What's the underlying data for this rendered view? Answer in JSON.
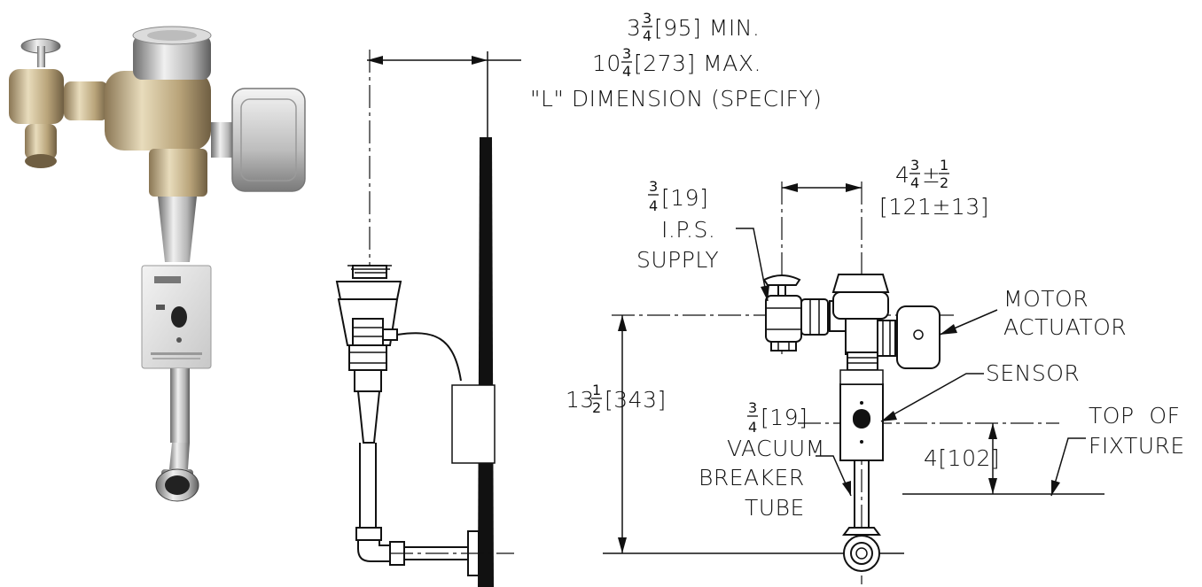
{
  "dimensions": {
    "l_min": "3¾[95] MIN.",
    "l_min_whole": "3",
    "l_min_num": "3",
    "l_min_den": "4",
    "l_min_rest": "[95] MIN.",
    "l_max_whole": "10",
    "l_max_num": "3",
    "l_max_den": "4",
    "l_max_rest": "[273] MAX.",
    "l_dimension": "\"L\" DIMENSION (SPECIFY)",
    "offset_whole": "4",
    "offset_num": "3",
    "offset_den": "4",
    "offset_tol_sign": "±",
    "offset_tol_num": "1",
    "offset_tol_den": "2",
    "offset_metric": "[121±13]",
    "supply_num": "3",
    "supply_den": "4",
    "supply_rest": "[19]",
    "supply_line2": "I.P.S.",
    "supply_line3": "SUPPLY",
    "height_whole": "13",
    "height_num": "1",
    "height_den": "2",
    "height_rest": "[343]",
    "vb_num": "3",
    "vb_den": "4",
    "vb_rest": "[19]",
    "vb_line2": "VACUUM",
    "vb_line3": "BREAKER",
    "vb_line4": "TUBE",
    "fixture_offset": "4[102]"
  },
  "labels": {
    "motor_line1": "MOTOR",
    "motor_line2": "ACTUATOR",
    "sensor": "SENSOR",
    "top_of_line1": "TOP  OF",
    "top_of_line2": "FIXTURE"
  },
  "colors": {
    "line": "#111111",
    "brass_light": "#d9c9a0",
    "brass_dark": "#8a7654",
    "chrome": "#bdbdbd"
  }
}
